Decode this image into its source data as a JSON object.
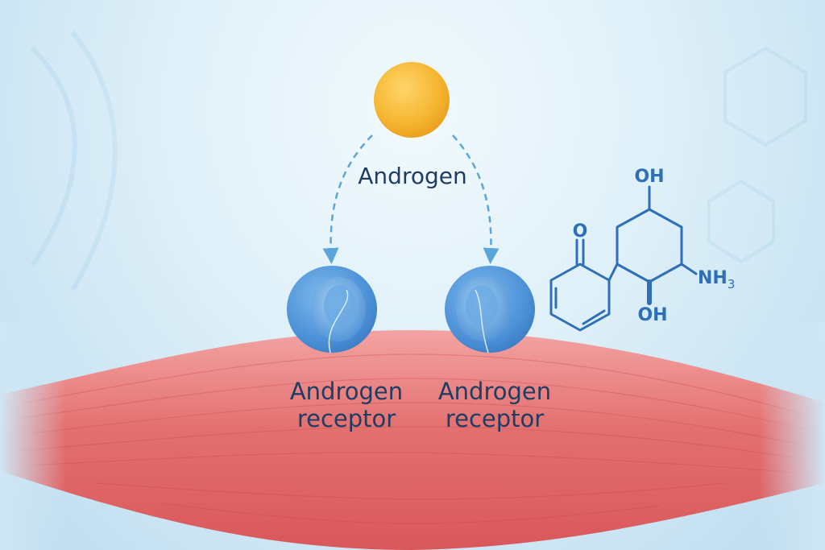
{
  "labels": {
    "hormone": "Androgen",
    "receptor_left_line1": "Androgen",
    "receptor_left_line2": "receptor",
    "receptor_right_line1": "Androgen",
    "receptor_right_line2": "receptor"
  },
  "molecule": {
    "atoms": {
      "oh_top": "OH",
      "ketone_o": "O",
      "amine": "NH",
      "amine_sub": "3",
      "oh_bottom": "OH"
    }
  },
  "colors": {
    "hormone": "#f5b631",
    "receptor": "#5a9ede",
    "muscle": "#e0676c",
    "molecule": "#2f6fb8",
    "arrow": "#5aa6dc",
    "text": "#1f3d63"
  }
}
